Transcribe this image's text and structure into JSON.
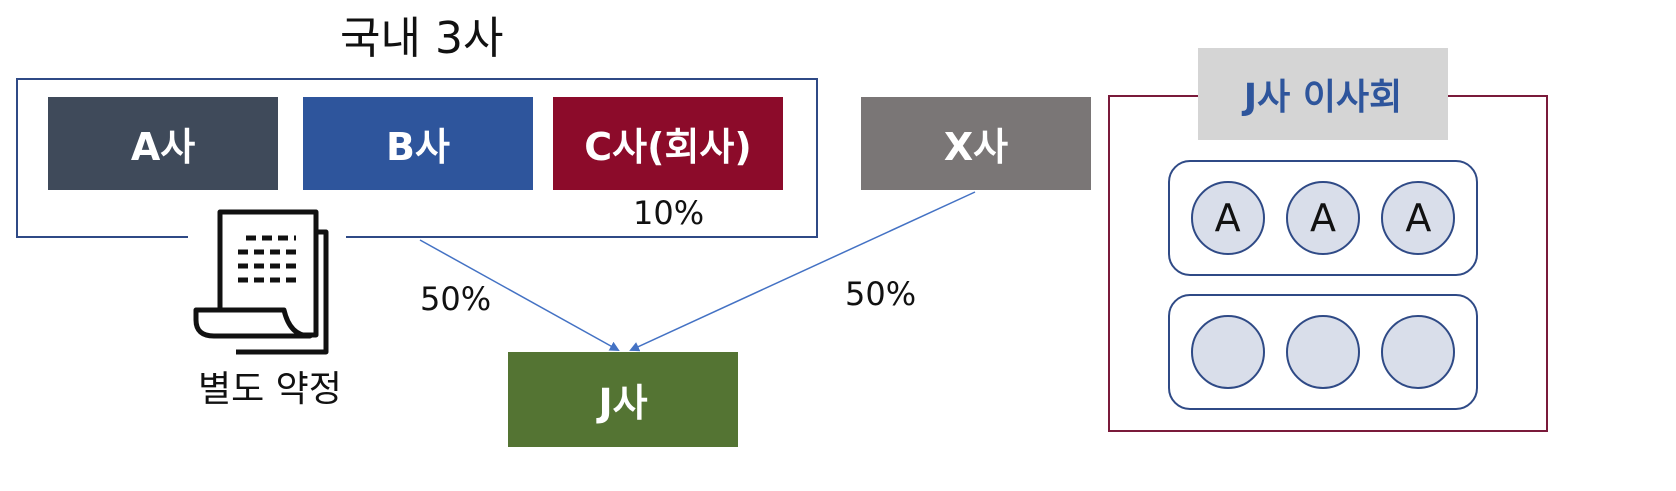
{
  "group": {
    "title": "국내 3사"
  },
  "companies": {
    "a": "A사",
    "b": "B사",
    "c": "C사(회사)",
    "x": "X사",
    "j": "J사"
  },
  "stakes": {
    "c_label": "10%",
    "group_to_j": "50%",
    "x_to_j": "50%"
  },
  "agreement": {
    "label": "별도 약정",
    "icon": "document-icon"
  },
  "board": {
    "title": "J사 이사회",
    "row1": [
      "A",
      "A",
      "A"
    ],
    "row2": [
      "",
      "",
      ""
    ]
  },
  "colors": {
    "a": "#3F4A5A",
    "b": "#2E559C",
    "c": "#8C0B2A",
    "x": "#7A7676",
    "j": "#547433",
    "board_frame": "#7A1A3A",
    "seat_fill": "#D9DEEA"
  }
}
